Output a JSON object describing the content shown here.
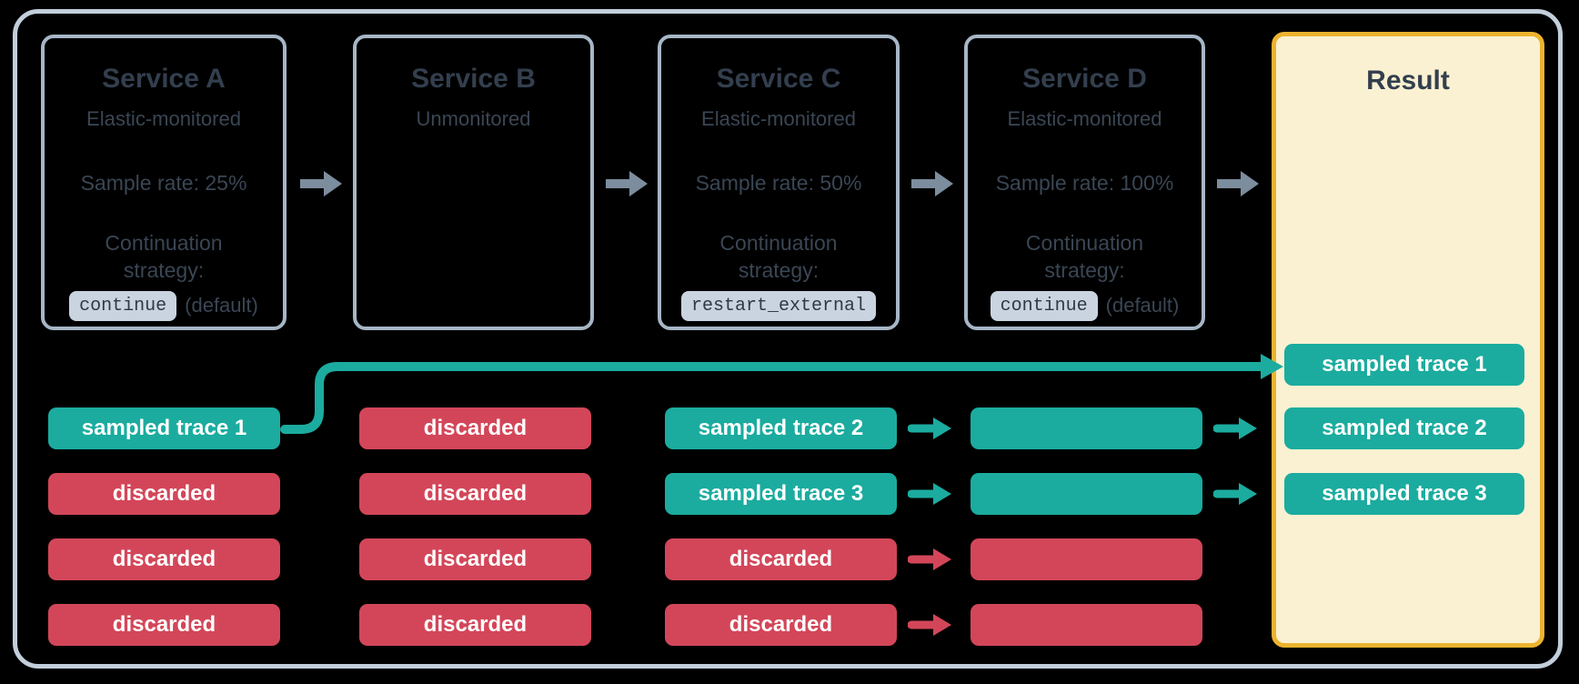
{
  "services": [
    {
      "name": "Service A",
      "monitoring": "Elastic-monitored",
      "sample_rate": "Sample rate: 25%",
      "continuation_label": "Continuation strategy:",
      "strategy_code": "continue",
      "strategy_suffix": "(default)"
    },
    {
      "name": "Service B",
      "monitoring": "Unmonitored"
    },
    {
      "name": "Service C",
      "monitoring": "Elastic-monitored",
      "sample_rate": "Sample rate: 50%",
      "continuation_label": "Continuation strategy:",
      "strategy_code": "restart_external"
    },
    {
      "name": "Service D",
      "monitoring": "Elastic-monitored",
      "sample_rate": "Sample rate: 100%",
      "continuation_label": "Continuation strategy:",
      "strategy_code": "continue",
      "strategy_suffix": "(default)"
    }
  ],
  "result": {
    "title": "Result",
    "pills": [
      {
        "label": "sampled trace 1",
        "status": "sampled"
      },
      {
        "label": "sampled trace 2",
        "status": "sampled"
      },
      {
        "label": "sampled trace 3",
        "status": "sampled"
      }
    ]
  },
  "trace_columns": [
    {
      "service": "Service A",
      "pills": [
        {
          "label": "sampled trace 1",
          "status": "sampled"
        },
        {
          "label": "discarded",
          "status": "discarded"
        },
        {
          "label": "discarded",
          "status": "discarded"
        },
        {
          "label": "discarded",
          "status": "discarded"
        }
      ]
    },
    {
      "service": "Service B",
      "pills": [
        {
          "label": "discarded",
          "status": "discarded"
        },
        {
          "label": "discarded",
          "status": "discarded"
        },
        {
          "label": "discarded",
          "status": "discarded"
        },
        {
          "label": "discarded",
          "status": "discarded"
        }
      ]
    },
    {
      "service": "Service C",
      "pills": [
        {
          "label": "sampled trace 2",
          "status": "sampled"
        },
        {
          "label": "sampled trace 3",
          "status": "sampled"
        },
        {
          "label": "discarded",
          "status": "discarded"
        },
        {
          "label": "discarded",
          "status": "discarded"
        }
      ]
    },
    {
      "service": "Service D",
      "pills": [
        {
          "label": "",
          "status": "sampled"
        },
        {
          "label": "",
          "status": "sampled"
        },
        {
          "label": "",
          "status": "discarded"
        },
        {
          "label": "",
          "status": "discarded"
        }
      ]
    }
  ],
  "row_arrows": {
    "c_to_d": [
      "sampled",
      "sampled",
      "discarded",
      "discarded"
    ],
    "d_to_result": [
      "sampled",
      "sampled",
      null,
      null
    ]
  },
  "long_arrow": {
    "from": "Service A sampled trace 1",
    "to": "Result sampled trace 1",
    "status": "sampled"
  },
  "colors": {
    "sampled": "#1BAC9F",
    "discarded": "#D34659",
    "box_border": "#A6B6C6",
    "frame_border": "#C2CEDB",
    "text_dark": "#3A4654",
    "heading": "#333F4E",
    "code_bg": "#C9D4E0",
    "code_text": "#2E3945",
    "arrow_gray": "#7C8D9E",
    "result_bg": "#FAF1D2",
    "result_border": "#EDB32F",
    "canvas_bg": "#000000",
    "pill_text": "#FFFFFF"
  }
}
